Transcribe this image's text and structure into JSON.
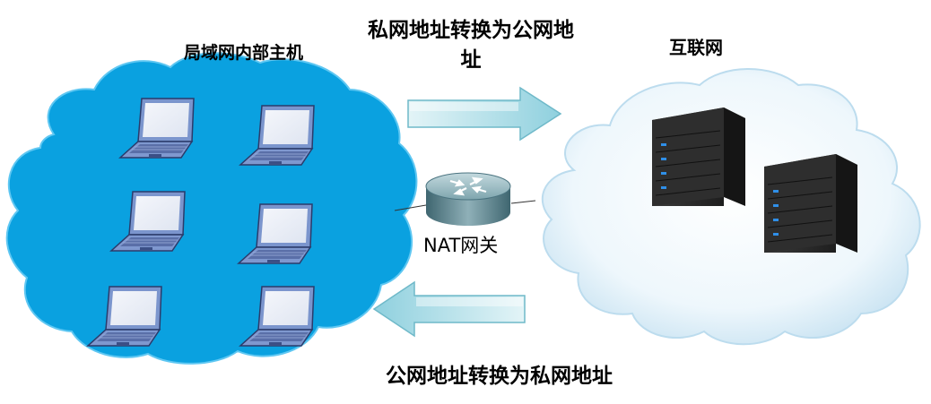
{
  "lan": {
    "label": "局域网内部主机",
    "hosts": 6,
    "icon": "laptop-icon"
  },
  "internet": {
    "label": "互联网",
    "servers": 2,
    "icon": "server-icon"
  },
  "gateway": {
    "label": "NAT网关",
    "icon": "router-icon"
  },
  "flows": {
    "outbound": "私网地址转换为公网地址",
    "inbound": "公网地址转换为私网地址"
  },
  "colors": {
    "lan_cloud": "#0aa1e0",
    "internet_cloud": "#d4e9f5",
    "arrow": "#a7d8e3",
    "laptop_screen": "#7b95cd",
    "server_body": "#2b2b2b",
    "server_led": "#2f8fe8"
  }
}
